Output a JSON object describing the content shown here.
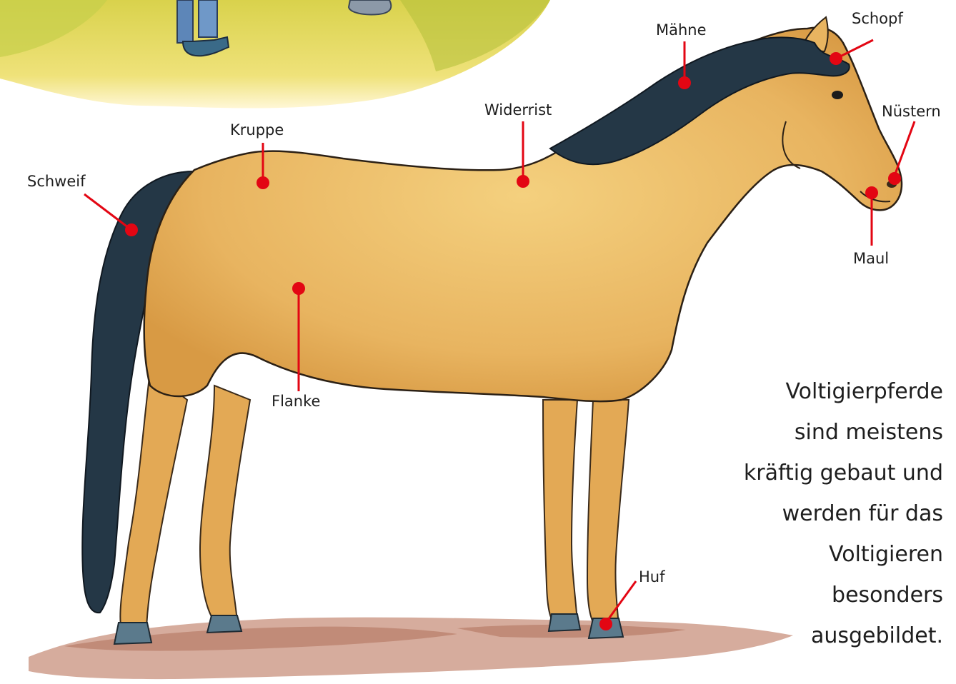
{
  "labels": {
    "maehne": "Mähne",
    "schopf": "Schopf",
    "widerrist": "Widerrist",
    "nuestern": "Nüstern",
    "kruppe": "Kruppe",
    "schweif": "Schweif",
    "maul": "Maul",
    "flanke": "Flanke",
    "huf": "Huf"
  },
  "caption_lines": [
    "Voltigierpferde",
    "sind meistens",
    "kräftig gebaut und",
    "werden für das",
    "Voltigieren",
    "besonders",
    "ausgebildet."
  ],
  "colors": {
    "marker": "#e30613",
    "coat": "#e8b460",
    "mane": "#243746",
    "ground": "#b4684d",
    "grass": "#e6d75a"
  }
}
